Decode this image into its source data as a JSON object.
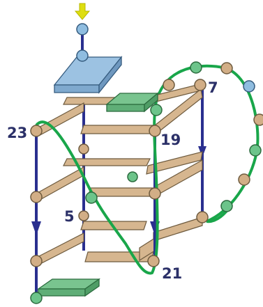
{
  "labels": {
    "n7": "7",
    "n19": "19",
    "n23": "23",
    "n5": "5",
    "n21": "21"
  },
  "colors": {
    "backbone": "#2a2f8f",
    "loop": "#19a64a",
    "plate_fill": "#d6b68f",
    "plate_edge": "#6d5a3e",
    "blue_plate": "#9cc2e2",
    "green_plate": "#79c48f",
    "nucleotide_tan": "#d2ae86",
    "nucleotide_blue": "#8fbde0",
    "nucleotide_green": "#6cc48a",
    "entry_arrow": "#dede10",
    "label_text": "#2b3068"
  },
  "icons": {
    "entry": "arrow-down-icon",
    "direction": "triangle-down-icon"
  }
}
